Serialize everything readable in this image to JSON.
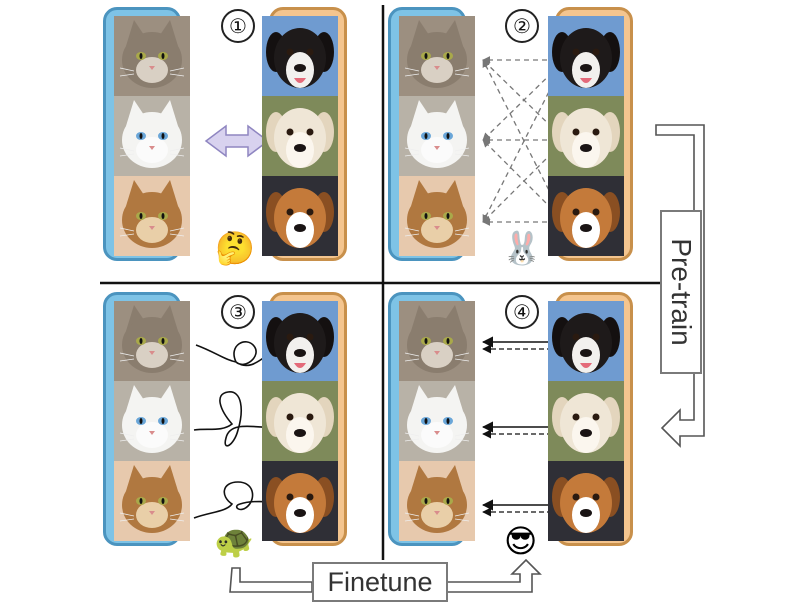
{
  "panels": [
    {
      "number": "①",
      "emoji": "🤔",
      "emoji_name": "thinking-face"
    },
    {
      "number": "②",
      "emoji": "🐰",
      "emoji_name": "rabbit-face"
    },
    {
      "number": "③",
      "emoji": "🐢",
      "emoji_name": "turtle"
    },
    {
      "number": "④",
      "emoji": "😎",
      "emoji_name": "sunglasses-face"
    }
  ],
  "labels": {
    "pretrain": "Pre-train",
    "finetune": "Finetune"
  },
  "animals": {
    "cats": [
      "tabby-cat",
      "white-cat",
      "brown-tabby-cat"
    ],
    "dogs": [
      "tricolor-collie-dog",
      "white-terrier-dog",
      "beagle-dog"
    ]
  },
  "colors": {
    "cat_column_fill": "#7ec3e6",
    "cat_column_border": "#4b94bf",
    "dog_column_fill": "#f4c58f",
    "dog_column_border": "#c8904b",
    "divider": "#111111",
    "arrow_gray": "#777777",
    "bidirectional_arrow": "#c9c2e6"
  }
}
